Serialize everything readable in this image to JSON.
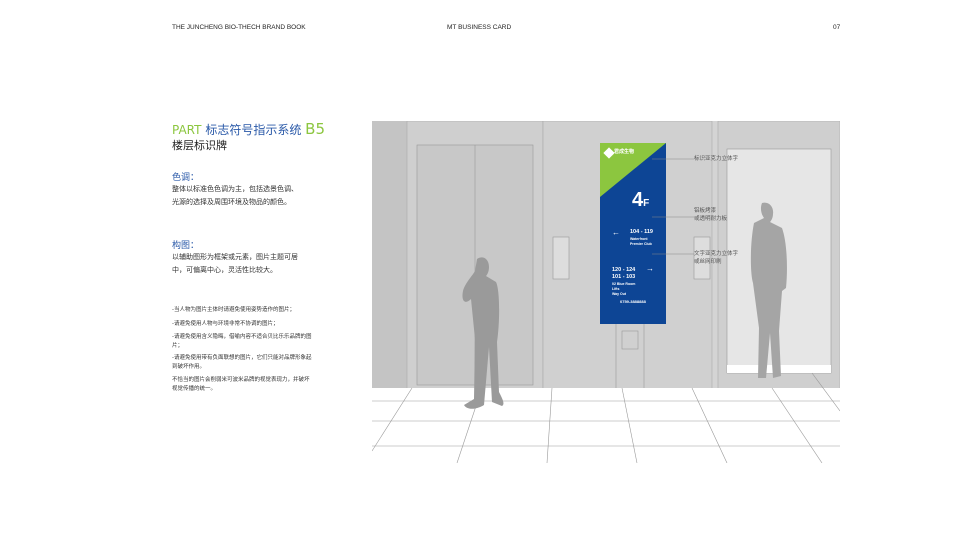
{
  "header": {
    "left": "THE JUNCHENG BIO-THECH BRAND BOOK",
    "center": "MT BUSINESS CARD",
    "page": "07"
  },
  "section": {
    "part": "PART",
    "title_cn": "标志符号指示系统",
    "code": "B5",
    "subtitle": "楼层标识牌"
  },
  "color_tone": {
    "heading": "色调：",
    "lines": [
      "整体以标准色色调为主，包括选景色调、",
      "光源的选择及周围环境及物品的颜色。"
    ]
  },
  "composition": {
    "heading": "构图：",
    "lines": [
      "以辅助图形为框架或元素，图片主题可居",
      "中，可偏离中心，灵活性比较大。"
    ]
  },
  "notes": [
    "-当人物为图片主体时请避免使用姿势造作的图片；",
    "-请避免使用人物与环境非常不协调的图片；",
    "-请避免使用含义隐晦，借喻内容不适合贝比乐乐品牌的图片；",
    "-请避免使用带有负面联想的图片，它们只能对品牌形象起到破坏作用。",
    "不恰当的图片会削弱米可波米品牌的视觉表现力，并破坏视觉传播的统一。"
  ],
  "sign": {
    "brand": "君成生物",
    "floor": "4",
    "floor_suffix": "F",
    "left_range": "104 - 119",
    "left_dest": [
      "Waterfront",
      "Premier Club"
    ],
    "right_range1": "120 - 124",
    "right_range2": "101 - 103",
    "right_dests": [
      "02 Blue Room",
      "Lifts",
      "Way Out"
    ],
    "phone": "0759-3888888",
    "colors": {
      "blue": "#0d4595",
      "green": "#8cc63f"
    }
  },
  "callouts": [
    [
      "标识亚克力立体字"
    ],
    [
      "铝板烤漆",
      "或透明耐力板"
    ],
    [
      "文字亚克力立体字",
      "或丝网印刷"
    ]
  ]
}
